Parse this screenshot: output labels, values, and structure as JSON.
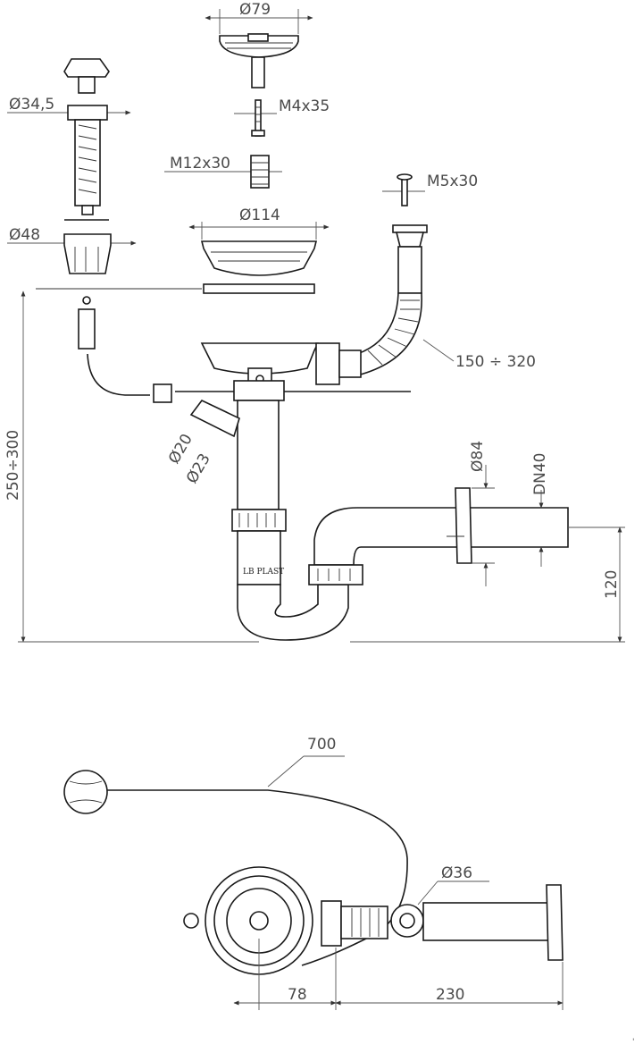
{
  "dimensions": {
    "d79": "Ø79",
    "d34_5": "Ø34,5",
    "m4x35": "M4x35",
    "m12x30": "M12x30",
    "m5x30": "M5x30",
    "d48": "Ø48",
    "d114": "Ø114",
    "range_150_320": "150 ÷ 320",
    "d84": "Ø84",
    "dn40": "DN40",
    "d20": "Ø20",
    "d23": "Ø23",
    "h250_300": "250÷300",
    "h120": "120",
    "len700": "700",
    "d36": "Ø36",
    "w78": "78",
    "w230": "230"
  },
  "brand_mark": "LB PLAST",
  "corner_mark": "'"
}
